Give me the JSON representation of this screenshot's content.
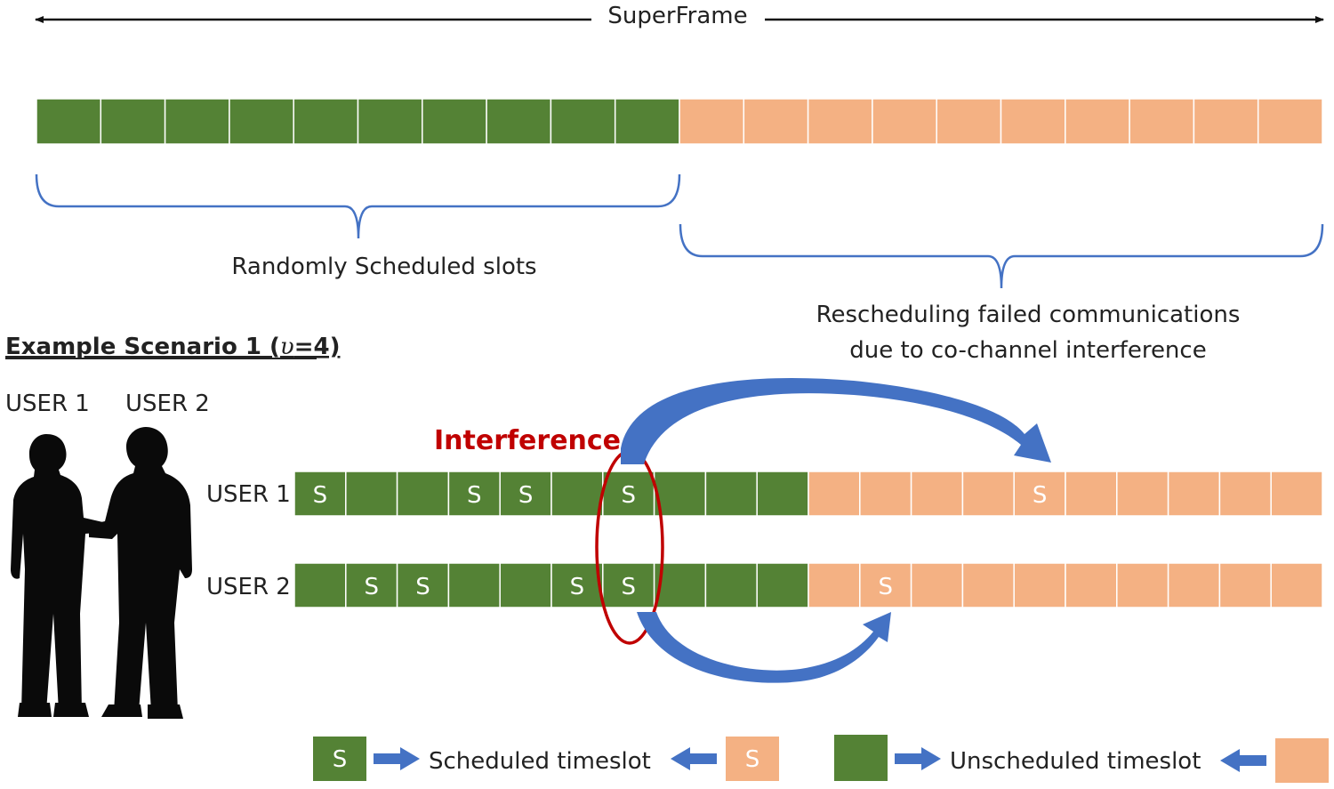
{
  "colors": {
    "scheduled_green": "#548235",
    "unscheduled_orange": "#f4b183",
    "bracket_blue": "#4472c4",
    "arrow_blue": "#4472c4",
    "interference_red": "#c00000",
    "text": "#222222"
  },
  "superframe": {
    "label": "SuperFrame",
    "green_slots": 10,
    "orange_slots": 10
  },
  "brackets": {
    "left_label": "Randomly Scheduled slots",
    "right_label_line1": "Rescheduling failed communications",
    "right_label_line2": "due to co-channel interference"
  },
  "scenario": {
    "title_prefix": "Example Scenario 1 (",
    "title_var": "υ",
    "title_suffix": "=4)",
    "user1_caption": "USER 1",
    "user2_caption": "USER 2",
    "silhouette_icon": "two-men-handshake-silhouette"
  },
  "interference_label": "Interference",
  "rows": [
    {
      "label": "USER 1",
      "green_slots": 10,
      "orange_slots": 10,
      "s_in_green": [
        0,
        3,
        4,
        6
      ],
      "s_in_orange": [
        4
      ],
      "s_letter": "S"
    },
    {
      "label": "USER 2",
      "green_slots": 10,
      "orange_slots": 10,
      "s_in_green": [
        1,
        2,
        5,
        6
      ],
      "s_in_orange": [
        1
      ],
      "s_letter": "S"
    }
  ],
  "legend": {
    "scheduled_letter": "S",
    "scheduled_label": "Scheduled timeslot",
    "unscheduled_label": "Unscheduled timeslot"
  }
}
